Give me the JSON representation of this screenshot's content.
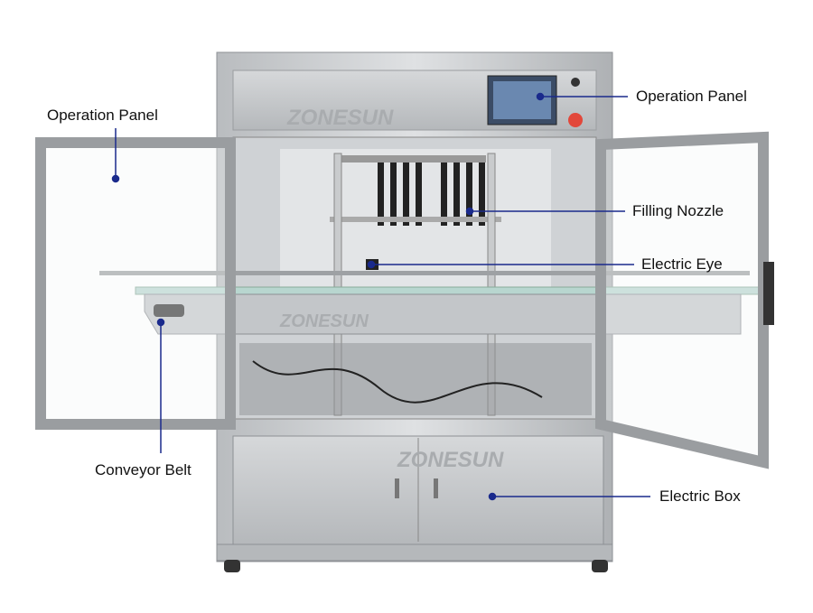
{
  "watermark": "ZONESUN",
  "callout_color": "#1a2a8c",
  "labels": {
    "operation_panel_left": "Operation Panel",
    "operation_panel_right": "Operation Panel",
    "filling_nozzle": "Filling Nozzle",
    "electric_eye": "Electric Eye",
    "conveyor_belt": "Conveyor Belt",
    "electric_box": "Electric Box"
  }
}
